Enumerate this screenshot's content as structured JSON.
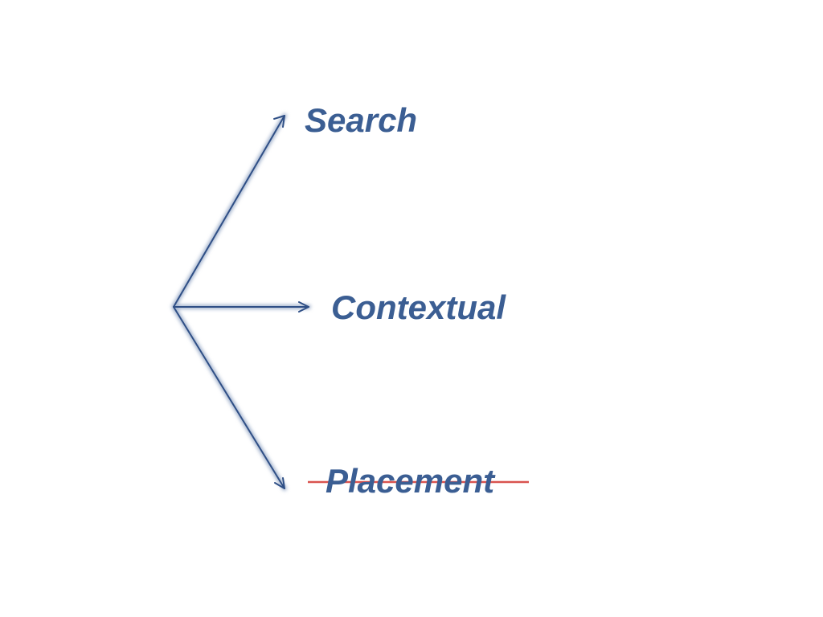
{
  "labels": {
    "search": "Search",
    "contextual": "Contextual",
    "placement": "Placement"
  },
  "colors": {
    "text": "#3B5E93",
    "arrow": "#2F4F86",
    "arrow_glow": "#A9B8D0",
    "strikethrough": "#D9534F"
  },
  "placement_struck_through": true
}
